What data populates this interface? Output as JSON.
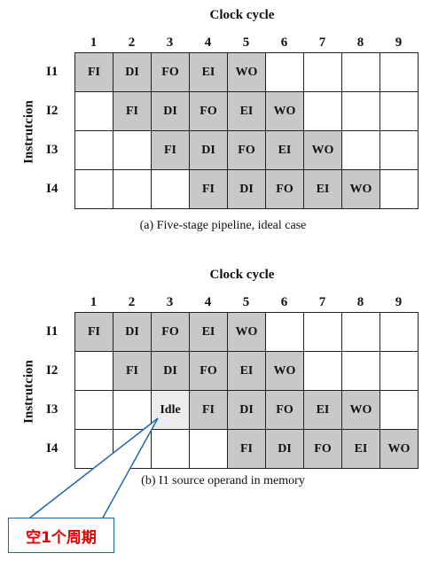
{
  "diagrams": [
    {
      "clock_title": "Clock cycle",
      "cycles": [
        "1",
        "2",
        "3",
        "4",
        "5",
        "6",
        "7",
        "8",
        "9"
      ],
      "y_axis_label": "Instrutcion",
      "rows": [
        {
          "label": "I1",
          "cells": [
            "FI",
            "DI",
            "FO",
            "EI",
            "WO",
            "",
            "",
            "",
            ""
          ]
        },
        {
          "label": "I2",
          "cells": [
            "",
            "FI",
            "DI",
            "FO",
            "EI",
            "WO",
            "",
            "",
            ""
          ]
        },
        {
          "label": "I3",
          "cells": [
            "",
            "",
            "FI",
            "DI",
            "FO",
            "EI",
            "WO",
            "",
            ""
          ]
        },
        {
          "label": "I4",
          "cells": [
            "",
            "",
            "",
            "FI",
            "DI",
            "FO",
            "EI",
            "WO",
            ""
          ]
        }
      ],
      "caption": "(a) Five-stage pipeline, ideal case"
    },
    {
      "clock_title": "Clock cycle",
      "cycles": [
        "1",
        "2",
        "3",
        "4",
        "5",
        "6",
        "7",
        "8",
        "9"
      ],
      "y_axis_label": "Instrutcion",
      "rows": [
        {
          "label": "I1",
          "cells": [
            "FI",
            "DI",
            "FO",
            "EI",
            "WO",
            "",
            "",
            "",
            ""
          ]
        },
        {
          "label": "I2",
          "cells": [
            "",
            "FI",
            "DI",
            "FO",
            "EI",
            "WO",
            "",
            "",
            ""
          ]
        },
        {
          "label": "I3",
          "cells": [
            "",
            "",
            "Idle",
            "FI",
            "DI",
            "FO",
            "EI",
            "WO",
            ""
          ]
        },
        {
          "label": "I4",
          "cells": [
            "",
            "",
            "",
            "",
            "FI",
            "DI",
            "FO",
            "EI",
            "WO"
          ]
        }
      ],
      "caption": "(b) I1 source operand in memory"
    }
  ],
  "callout": {
    "text": "空1个周期",
    "text_color": "#e60000",
    "border_color": "#1f64b5"
  },
  "colors": {
    "stage_fill": "#c8c8c8",
    "idle_fill": "#ececec",
    "grid_line": "#222222"
  }
}
